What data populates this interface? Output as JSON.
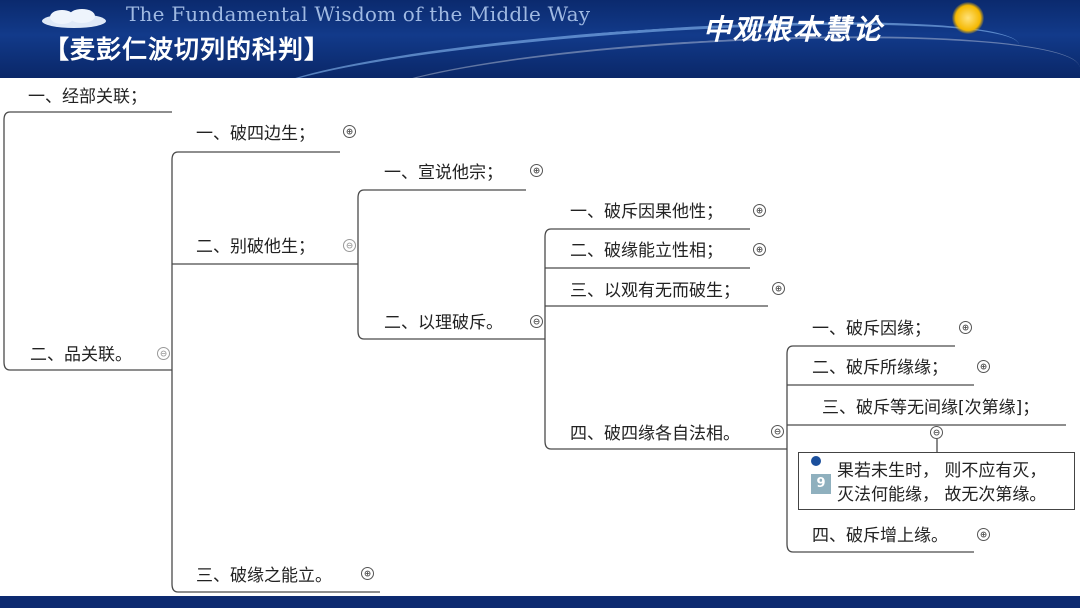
{
  "header": {
    "english_title": "The Fundamental Wisdom of the Middle Way",
    "chinese_title": "中观根本慧论",
    "section_title": "【麦彭仁波切列的科判】"
  },
  "nodes": [
    {
      "id": "n1",
      "label": "一、经部关联；",
      "toggle": ""
    },
    {
      "id": "n2",
      "label": "二、品关联。",
      "toggle": "⊖"
    },
    {
      "id": "n21",
      "label": "一、破四边生；",
      "toggle": "⊕"
    },
    {
      "id": "n22",
      "label": "二、别破他生；",
      "toggle": "⊖"
    },
    {
      "id": "n23",
      "label": "三、破缘之能立。",
      "toggle": "⊕"
    },
    {
      "id": "n221",
      "label": "一、宣说他宗；",
      "toggle": "⊕"
    },
    {
      "id": "n222",
      "label": "二、以理破斥。",
      "toggle": "⊖"
    },
    {
      "id": "n2221",
      "label": "一、破斥因果他性；",
      "toggle": "⊕"
    },
    {
      "id": "n2222",
      "label": "二、破缘能立性相；",
      "toggle": "⊕"
    },
    {
      "id": "n2223",
      "label": "三、以观有无而破生；",
      "toggle": "⊕"
    },
    {
      "id": "n2224",
      "label": "四、破四缘各自法相。",
      "toggle": "⊖"
    },
    {
      "id": "n22241",
      "label": "一、破斥因缘；",
      "toggle": "⊕"
    },
    {
      "id": "n22242",
      "label": "二、破斥所缘缘；",
      "toggle": "⊕"
    },
    {
      "id": "n22243",
      "label": "三、破斥等无间缘[次第缘]；",
      "toggle": "⊖"
    },
    {
      "id": "n22244",
      "label": "四、破斥增上缘。",
      "toggle": "⊕"
    }
  ],
  "note": {
    "badge": "9",
    "line1": "果若未生时， 则不应有灭，",
    "line2": "灭法何能缘， 故无次第缘。"
  },
  "colors": {
    "header": "#0b2a6e",
    "line": "#4a4a4a",
    "badge": "#8fb0be"
  }
}
